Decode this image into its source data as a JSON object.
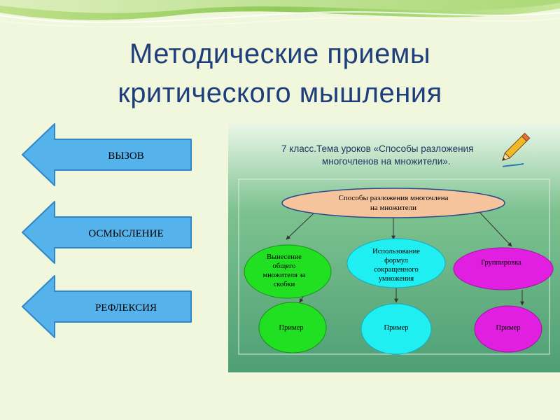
{
  "slide": {
    "title_line_1": "Методические приемы",
    "title_line_2": "критического мышления",
    "colors": {
      "background": "#f1f7dc",
      "title": "#1e3e7c",
      "arrow_fill": "#55b2eb",
      "arrow_stroke": "#2f86c8",
      "panel_background": "#52a57b"
    }
  },
  "arrows": [
    {
      "label": "ВЫЗОВ"
    },
    {
      "label": "ОСМЫСЛЕНИЕ"
    },
    {
      "label": "РЕФЛЕКСИЯ"
    }
  ],
  "diagram": {
    "header_line_1": "7 класс.Тема  уроков «Способы разложения",
    "header_line_2": "многочленов  на  множители».",
    "root_line_1": "Способы разложения многочлена",
    "root_line_2": "на множители",
    "methods": [
      {
        "lines": [
          "Вынесение",
          "общего",
          "множителя за",
          "скобки"
        ],
        "color": "#21e021"
      },
      {
        "lines": [
          "Использование",
          "формул",
          "сокращенного",
          "умножения"
        ],
        "color": "#1feff0"
      },
      {
        "lines": [
          "Группировка"
        ],
        "color": "#e01fe0"
      }
    ],
    "example_label": "Пример",
    "icon": "pencil-icon"
  }
}
